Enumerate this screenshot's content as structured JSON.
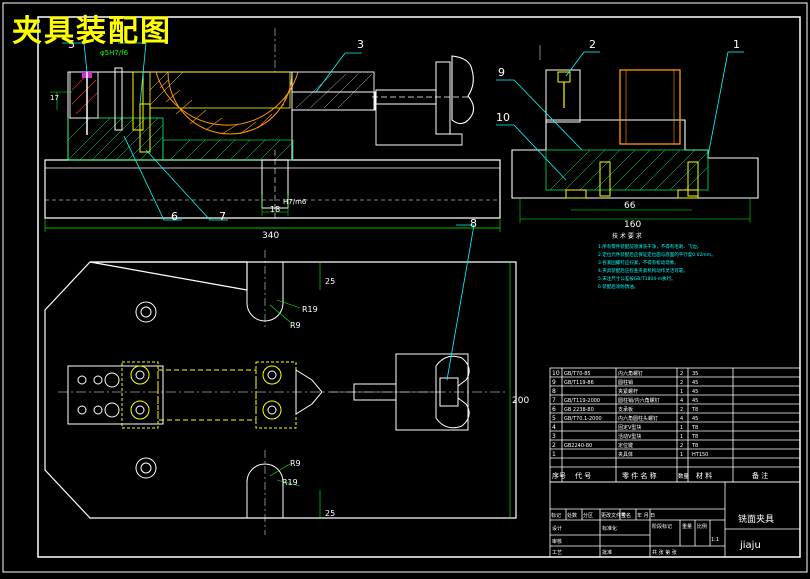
{
  "title": "夹具装配图",
  "callouts": {
    "c1": "1",
    "c2": "2",
    "c3": "3",
    "c5": "5",
    "c6": "6",
    "c7": "7",
    "c8": "8",
    "c9": "9",
    "c10": "10"
  },
  "dims": {
    "fit_phi": "φ5H7/f6",
    "d17": "17",
    "d18": "18",
    "fit_h7m6": "H7/m6",
    "d340": "340",
    "d66": "66",
    "d160": "160",
    "d25_top": "25",
    "r19_top": "R19",
    "r9_top": "R9",
    "d200": "200",
    "r9_bottom": "R9",
    "r19_bottom": "R19",
    "d25_bottom": "25"
  },
  "tech_requirements": {
    "heading": "技 术 要 求",
    "lines": [
      "1.所有零件装配前须清洗干净，不得有毛刺、飞边。",
      "2.定位元件装配后应保证定位面与底面的平行度0.02mm。",
      "3.各紧固螺钉应拧紧，不得有松动现象。",
      "4.夹具装配后应检查夹紧机构动作灵活可靠。",
      "5.未注尺寸公差按GB/T1804-m执行。",
      "6.装配后涂防锈油。"
    ]
  },
  "bom": {
    "rows": [
      {
        "no": "10",
        "code": "GB/T70-85",
        "name": "内六角螺钉",
        "qty": "2",
        "material": "35"
      },
      {
        "no": "9",
        "code": "GB/T119-86",
        "name": "圆柱销",
        "qty": "2",
        "material": "45"
      },
      {
        "no": "8",
        "code": "",
        "name": "夹紧螺杆",
        "qty": "1",
        "material": "45"
      },
      {
        "no": "7",
        "code": "GB/T119-2000",
        "name": "圆柱销/内六角螺钉",
        "qty": "4",
        "material": "45"
      },
      {
        "no": "6",
        "code": "GB 2238-80",
        "name": "支承板",
        "qty": "2",
        "material": "T8"
      },
      {
        "no": "5",
        "code": "GB/T70.1-2000",
        "name": "内六角圆柱头螺钉",
        "qty": "4",
        "material": "45"
      },
      {
        "no": "4",
        "code": "",
        "name": "固定V型块",
        "qty": "1",
        "material": "T8"
      },
      {
        "no": "3",
        "code": "",
        "name": "活动V型块",
        "qty": "1",
        "material": "T8"
      },
      {
        "no": "2",
        "code": "GB2240-80",
        "name": "定位键",
        "qty": "2",
        "material": "T8"
      },
      {
        "no": "1",
        "code": "",
        "name": "夹具体",
        "qty": "1",
        "material": "HT150"
      }
    ],
    "header": {
      "no": "序号",
      "code": "代 号",
      "name": "零 件 名 称",
      "qty": "数量",
      "material": "材 料",
      "remark": "备 注"
    }
  },
  "title_block": {
    "drawing_name": "铣面夹具",
    "drawing_code": "jiaju",
    "row_labels": [
      "标记",
      "处数",
      "分区",
      "更改文件号",
      "签名",
      "年 月 日"
    ],
    "design": "设计",
    "standard": "标准化",
    "stage_mark": "阶段标记",
    "weight": "重量",
    "scale": "比例",
    "review": "审核",
    "process": "工艺",
    "approve": "批准",
    "sheets": "共  张   第  张",
    "scale_value": "1:1"
  }
}
